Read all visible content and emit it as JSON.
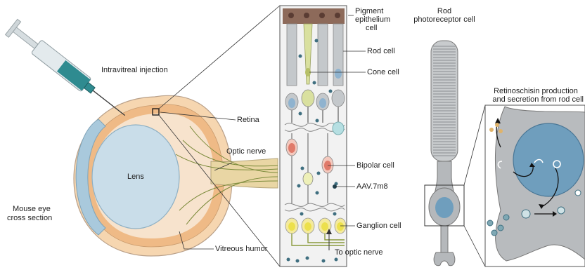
{
  "labels": {
    "intravitreal_injection": "Intravitreal injection",
    "lens": "Lens",
    "retina": "Retina",
    "optic_nerve": "Optic nerve",
    "mouse_eye_line1": "Mouse eye",
    "mouse_eye_line2": "cross section",
    "vitreous_humor": "Vitreous humor",
    "pigment_line1": "Pigment",
    "pigment_line2": "epithelium",
    "pigment_line3": "cell",
    "rod_cell": "Rod cell",
    "cone_cell": "Cone cell",
    "bipolar_cell": "Bipolar cell",
    "aav": "AAV.7m8",
    "ganglion_cell": "Ganglion cell",
    "to_optic_nerve": "To optic nerve",
    "rod_photo_line1": "Rod",
    "rod_photo_line2": "photoreceptor cell",
    "retinoschisin_line1": "Retinoschisin production",
    "retinoschisin_line2": "and secretion from rod cell"
  },
  "colors": {
    "syringe_barrel": "#dfe7ea",
    "syringe_fluid": "#2e8a8e",
    "vitreous": "#dfeaf0",
    "lens": "#c6dbe8",
    "sclera": "#f3cda3",
    "retina_band": "#e9b07c",
    "nerve": "#b8c77a",
    "cell_gray": "#bfc3c6",
    "pigment_brown": "#7a5a4e",
    "cone_green": "#cfd99a",
    "nucleus_blue": "#8fb3cf",
    "nucleus_red": "#e07a6a",
    "nucleus_yellow": "#f2e06a",
    "aav_dot": "#3f6f80"
  }
}
